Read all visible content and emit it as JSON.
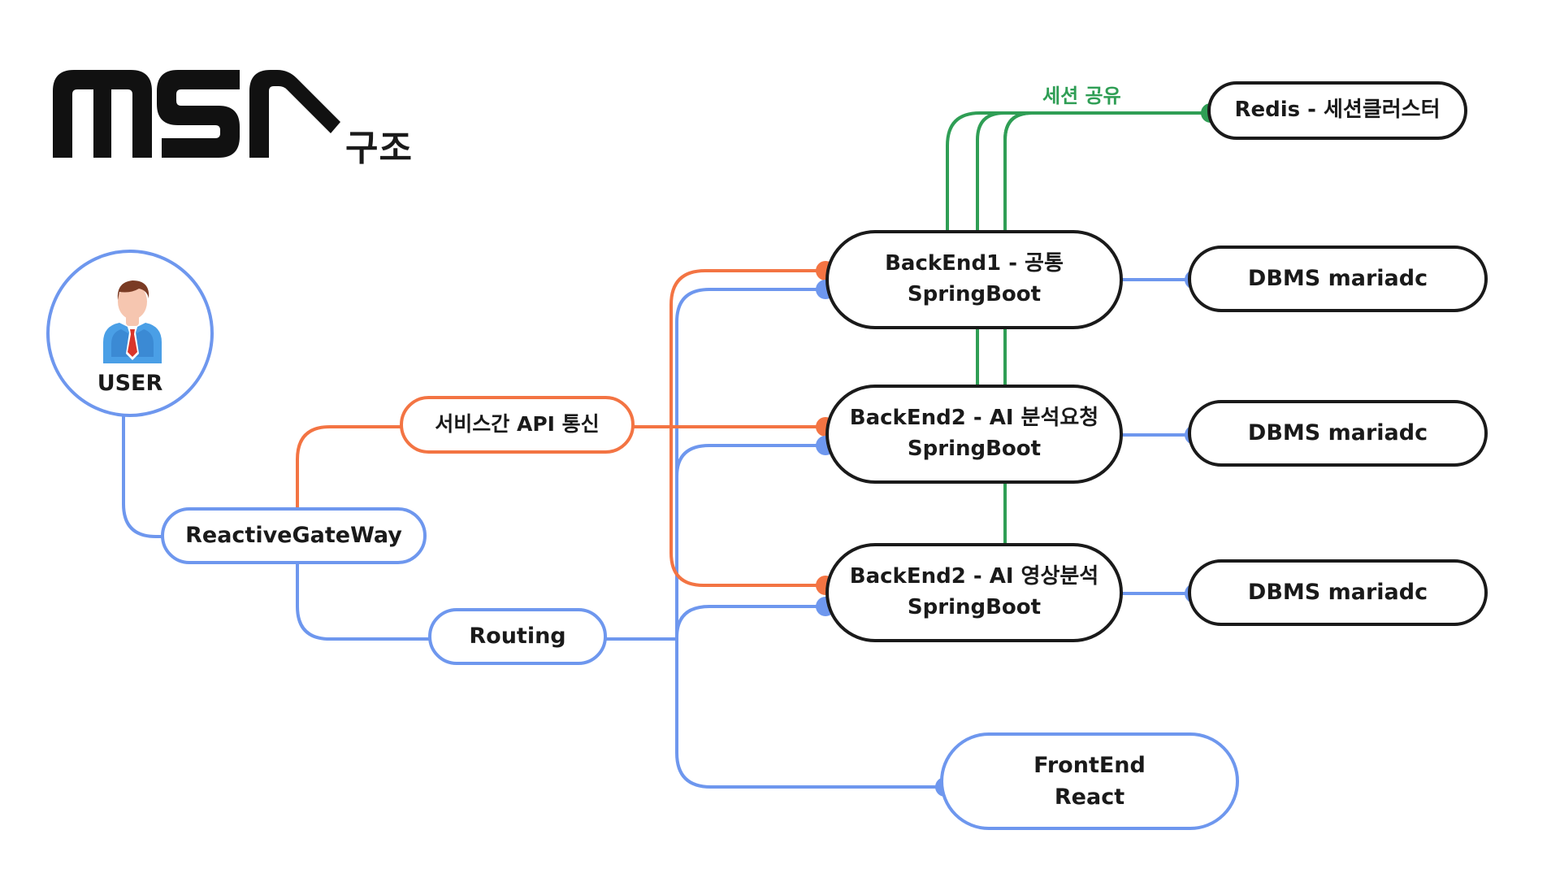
{
  "logo": {
    "text": "MSA",
    "subtitle": "구조"
  },
  "user": {
    "label": "USER"
  },
  "nodes": {
    "gateway": "ReactiveGateWay",
    "api": "서비스간 API 통신",
    "routing": "Routing",
    "be1": {
      "line1": "BackEnd1 - 공통",
      "line2": "SpringBoot"
    },
    "be2": {
      "line1": "BackEnd2 - AI 분석요청",
      "line2": "SpringBoot"
    },
    "be3": {
      "line1": "BackEnd2 - AI 영상분석",
      "line2": "SpringBoot"
    },
    "redis": "Redis - 세션클러스터",
    "db1": "DBMS mariadc",
    "db2": "DBMS mariadc",
    "db3": "DBMS mariadc",
    "fe": {
      "line1": "FrontEnd",
      "line2": "React"
    }
  },
  "edge_labels": {
    "session_share": "세션 공유"
  },
  "colors": {
    "blue": "#6e97ee",
    "orange": "#f37443",
    "green": "#2f9e55",
    "black": "#1a1a1a"
  }
}
